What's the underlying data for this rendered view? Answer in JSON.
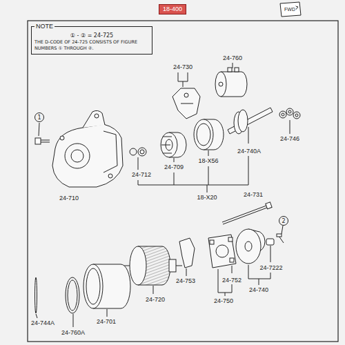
{
  "diagram": {
    "nodes": [
      {
        "text": [
          "18-400"
        ]
      },
      {
        "text": [
          "NOTE",
          "① - ② = 24-725",
          "THE D-CODE OF 24-725 CONSISTS OF FIGURE NUMBERS ① THROUGH ②."
        ]
      },
      {
        "text": [
          "1"
        ]
      },
      {
        "text": [
          "2"
        ]
      }
    ],
    "labels": [
      "FWD",
      "24-730",
      "24-760",
      "24-746",
      "24-740A",
      "24-709",
      "18-X56",
      "24-712",
      "24-710",
      "18-X20",
      "24-731",
      "24-7222",
      "24-753",
      "24-752",
      "24-740",
      "24-750",
      "24-720",
      "24-744A",
      "24-701",
      "24-760A"
    ]
  }
}
